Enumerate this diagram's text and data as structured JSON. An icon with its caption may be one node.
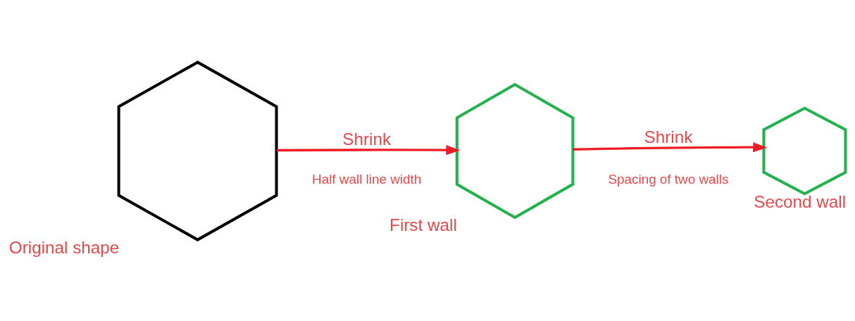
{
  "diagram": {
    "nodes": [
      {
        "text": [],
        "shape": "hexagon",
        "beside": [
          "Original shape"
        ]
      },
      {
        "text": [],
        "shape": "hexagon",
        "beside": [
          "First wall"
        ]
      },
      {
        "text": [],
        "shape": "hexagon",
        "beside": [
          "Second wall"
        ]
      }
    ],
    "edges": [
      {
        "from": 0,
        "to": 1,
        "arrow": "to",
        "label": "Shrink"
      },
      {
        "from": 1,
        "to": 2,
        "arrow": "to",
        "label": "Shrink"
      }
    ],
    "labels": [
      "Half wall line width",
      "Spacing of two walls"
    ]
  }
}
